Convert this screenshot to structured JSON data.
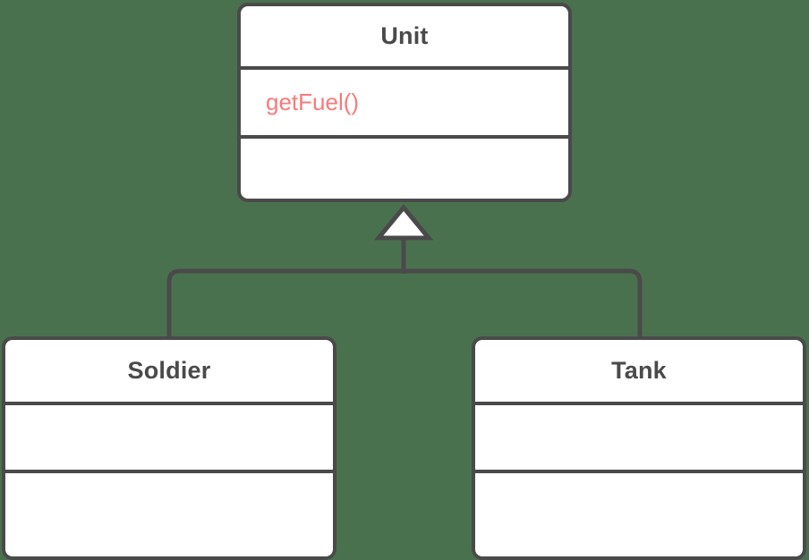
{
  "diagram": {
    "type": "uml-class-diagram",
    "background_color": "#4a714e",
    "line_color": "#4a4a4a",
    "box_fill_color": "#ffffff",
    "name_text_color": "#4a4a4a",
    "member_text_color": "#fa7a7a",
    "classes": [
      {
        "id": "unit",
        "name": "Unit",
        "role": "superclass",
        "compartments": [
          {
            "kind": "name",
            "text": "Unit"
          },
          {
            "kind": "members",
            "items": [
              "getFuel()"
            ]
          },
          {
            "kind": "members",
            "items": []
          }
        ]
      },
      {
        "id": "soldier",
        "name": "Soldier",
        "role": "subclass",
        "compartments": [
          {
            "kind": "name",
            "text": "Soldier"
          },
          {
            "kind": "members",
            "items": []
          },
          {
            "kind": "members",
            "items": []
          }
        ]
      },
      {
        "id": "tank",
        "name": "Tank",
        "role": "subclass",
        "compartments": [
          {
            "kind": "name",
            "text": "Tank"
          },
          {
            "kind": "members",
            "items": []
          },
          {
            "kind": "members",
            "items": []
          }
        ]
      }
    ],
    "relationships": [
      {
        "kind": "generalization",
        "notation": "hollow-triangle-arrowhead",
        "from": [
          "Soldier",
          "Tank"
        ],
        "to": "Unit"
      }
    ],
    "labels": {
      "unit_name": "Unit",
      "unit_method": "getFuel()",
      "soldier_name": "Soldier",
      "tank_name": "Tank"
    }
  }
}
